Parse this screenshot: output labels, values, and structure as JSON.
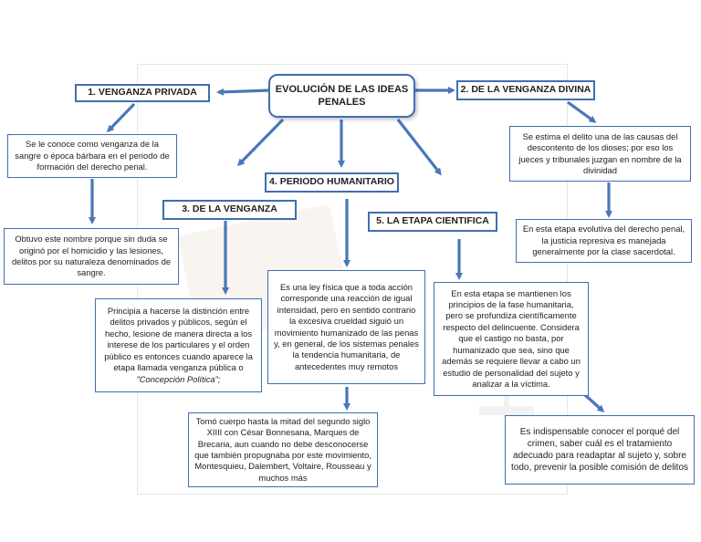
{
  "title": "EVOLUCIÓN DE LAS IDEAS PENALES",
  "nodes": {
    "venganza_privada": {
      "header": "1. VENGANZA PRIVADA",
      "desc1": "Se le conoce como venganza de la sangre o época bárbara en el periodo de formación del derecho penal.",
      "desc2": "Obtuvo este nombre porque sin duda se originó por el homicidio y las lesiones, delitos por su naturaleza denominados de sangre."
    },
    "venganza_divina": {
      "header": "2. DE LA VENGANZA DIVINA",
      "desc1": "Se estima el delito una de las causas del descontento de los dioses; por eso los jueces y tribunales juzgan en nombre de la divinidad",
      "desc2": "En esta etapa evolutiva del derecho penal, la justicia represiva es manejada generalmente por la clase sacerdotal."
    },
    "venganza": {
      "header": "3. DE LA VENGANZA",
      "desc1": "Principia a hacerse la distinción entre delitos privados y públicos, según el hecho, lesione de manera directa a los interese de los particulares y el orden público es entonces cuando aparece la etapa llamada venganza pública o",
      "desc1_italic": "\"Concepción Política\";"
    },
    "humanitario": {
      "header": "4. PERIODO HUMANITARIO",
      "desc1": "Es una ley física que a toda acción corresponde una reacción de igual intensidad, pero en sentido contrario la excesiva crueldad siguió un movimiento humanizado de las penas y, en general, de los sistemas penales la tendencia humanitaria, de antecedentes muy remotos",
      "desc2": "Tomó cuerpo hasta la mitad del segundo siglo XIIII con César Bonnesana, Marques de Brecaria, aun cuando no debe desconocerse que también propugnaba por este movimiento, Montesquieu, Dalembert, Voltaire, Rousseau y muchos más"
    },
    "cientifica": {
      "header": "5. LA ETAPA CIENTIFICA",
      "desc1": "En esta etapa se mantienen los principios de la fase humanitaria, pero se profundiza científicamente respecto del delincuente. Considera que el castigo no basta, por humanizado que sea, sino que además se requiere llevar a cabo un estudio de personalidad del sujeto y analizar a la víctima.",
      "desc2": "Es indispensable conocer el porqué del crimen, saber cuál es el tratamiento adecuado para readaptar al sujeto y, sobre todo, prevenir la posible comisión de delitos"
    }
  },
  "colors": {
    "border": "#3f6fb0",
    "arrow": "#4a77b8",
    "text": "#222222"
  }
}
